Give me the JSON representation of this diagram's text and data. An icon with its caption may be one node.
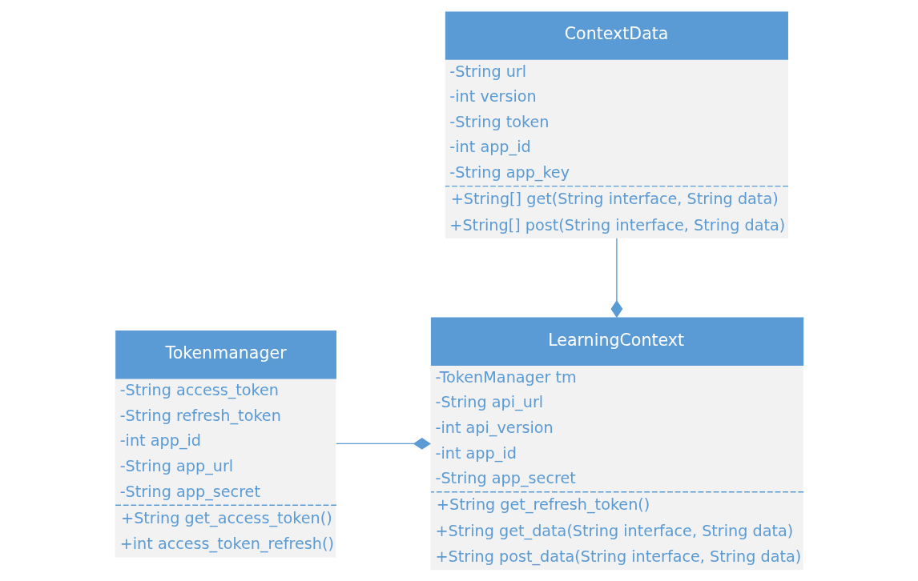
{
  "diagram": {
    "nodes": [
      {
        "text": [
          "LearningContext",
          "-TokenManager tm",
          "-String api_url",
          "-int api_version",
          "-int app_id",
          "-String app_secret",
          "+String get_refresh_token()",
          "+String get_data(String interface, String data)",
          "+String post_data(String interface, String data)"
        ]
      },
      {
        "text": [
          "Tokenmanager",
          "-String access_token",
          "-String refresh_token",
          "-int app_id",
          "-String app_url",
          "-String app_secret",
          "+String get_access_token()",
          "+int access_token_refresh()"
        ]
      },
      {
        "text": [
          "ContextData",
          "-String url",
          "-int version",
          "-String token",
          "-int app_id",
          "-String app_key",
          "+String[] get(String interface, String data)",
          "+String[] post(String interface, String data)"
        ]
      }
    ],
    "edges": [
      {
        "from": 1,
        "to": 0,
        "arrow": "other"
      },
      {
        "from": 2,
        "to": 0,
        "arrow": "other"
      }
    ]
  }
}
